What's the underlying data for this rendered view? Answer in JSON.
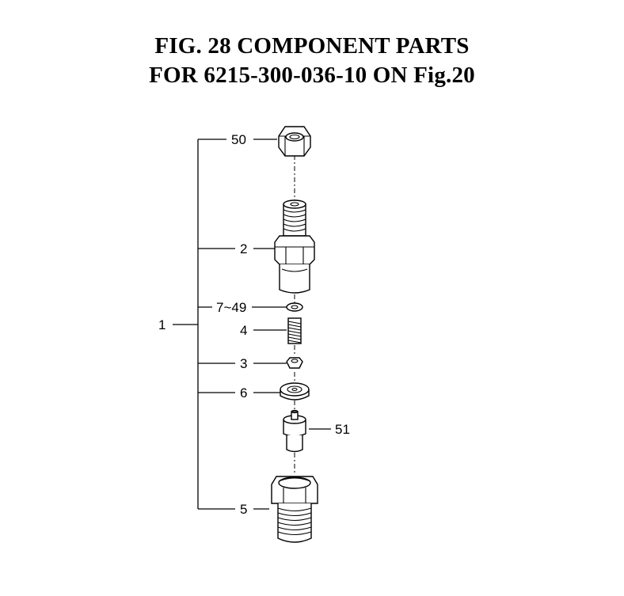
{
  "title": {
    "line1": "FIG. 28  COMPONENT PARTS",
    "line2": "FOR 6215-300-036-10 ON Fig.20"
  },
  "callouts": {
    "assembly": "1",
    "nut": "50",
    "body": "2",
    "shim": "7~49",
    "spring": "4",
    "seat": "3",
    "spacer": "6",
    "nozzle": "51",
    "retaining_nut": "5"
  }
}
